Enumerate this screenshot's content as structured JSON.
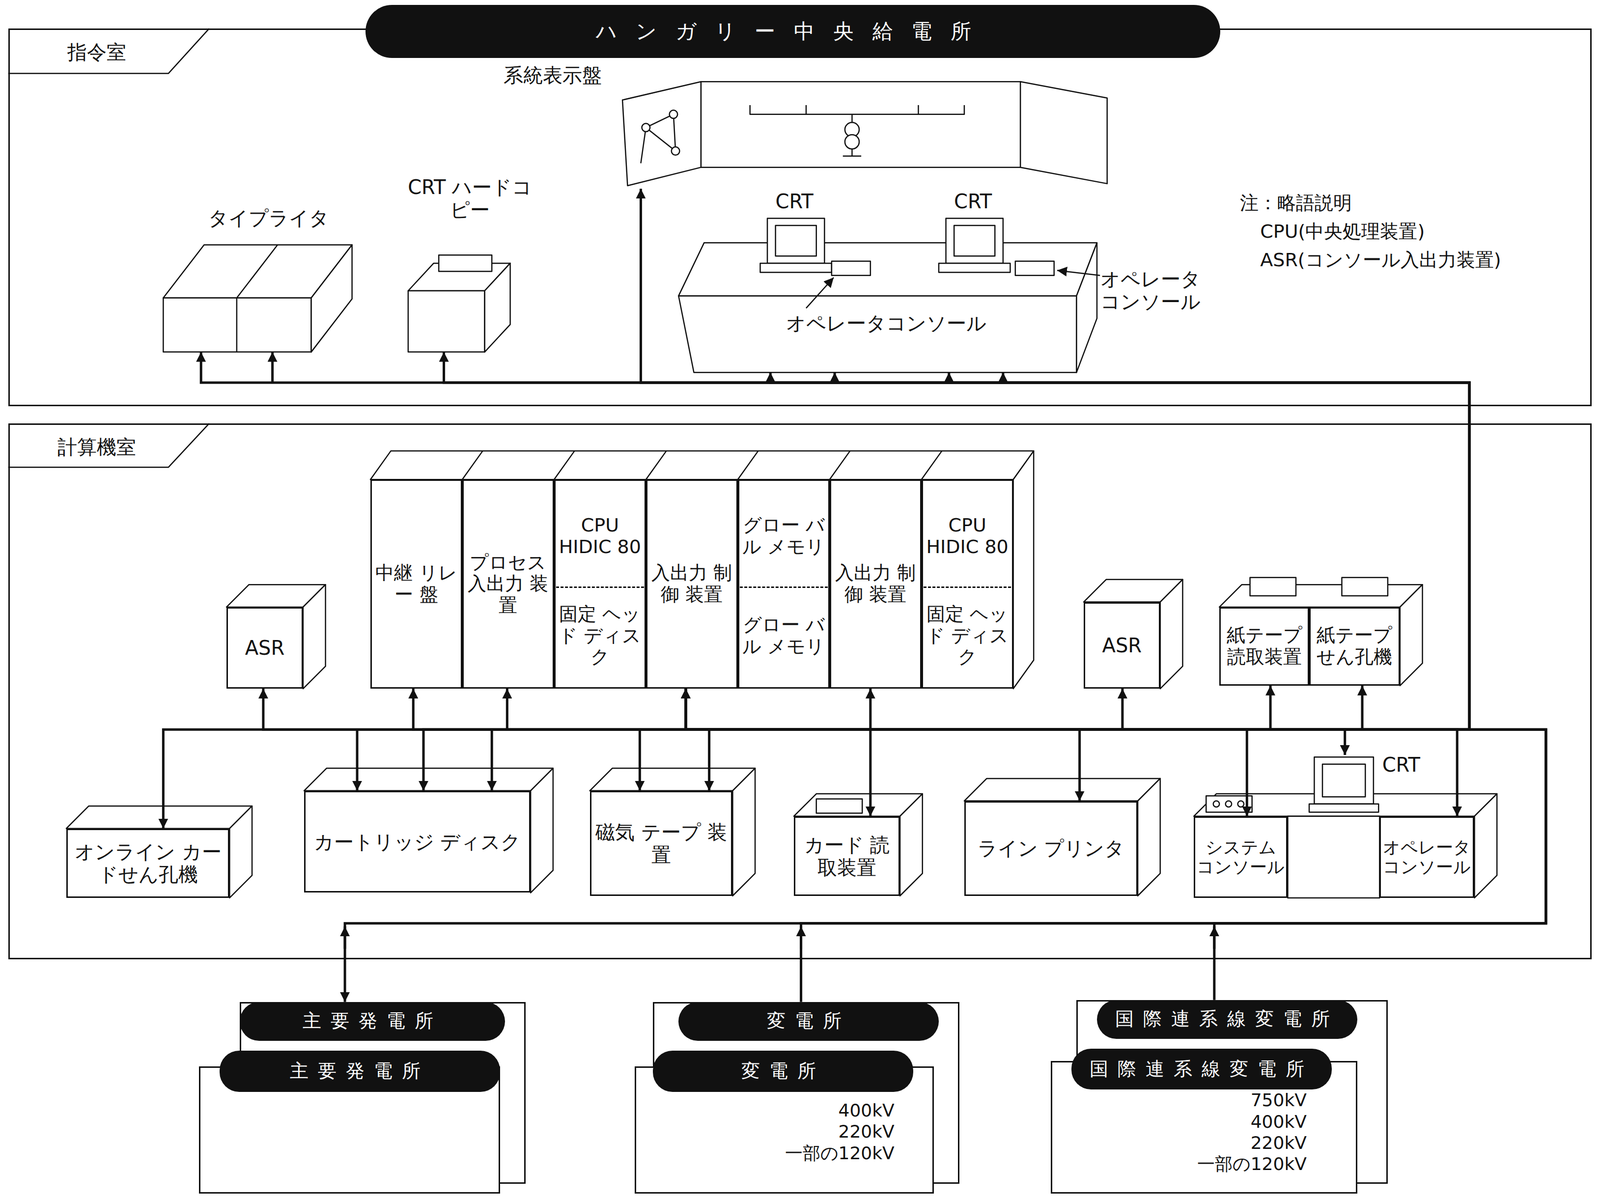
{
  "diagram": {
    "nodes": [
      {
        "text": [
          "ハンガリー中央給電所"
        ]
      },
      {
        "text": [
          "指令室"
        ]
      },
      {
        "text": [
          "系統表示盤"
        ],
        "in": 1
      },
      {
        "text": [
          "タイプライタ"
        ],
        "in": 1
      },
      {
        "text": [
          "CRT ハードコピー"
        ],
        "in": 1
      },
      {
        "text": [
          "オペレータコンソール",
          "オペレータ コンソール"
        ],
        "in": 1
      },
      {
        "text": [
          "CRT"
        ],
        "in": 5
      },
      {
        "text": [
          "CRT"
        ],
        "in": 5
      },
      {
        "text": [
          "計算機室"
        ]
      },
      {
        "text": [
          "中継 リレー 盤"
        ],
        "in": 8
      },
      {
        "text": [
          "プロセス 入出力 装置"
        ],
        "in": 8
      },
      {
        "text": [
          "CPU HIDIC 80",
          "固定 ヘッド ディスク"
        ],
        "in": 8
      },
      {
        "text": [
          "入出力 制御 装置"
        ],
        "in": 8
      },
      {
        "text": [
          "グロー バル メモリ",
          "グロー バル メモリ"
        ],
        "in": 8
      },
      {
        "text": [
          "入出力 制御 装置"
        ],
        "in": 8
      },
      {
        "text": [
          "CPU HIDIC 80",
          "固定 ヘッド ディスク"
        ],
        "in": 8
      },
      {
        "text": [
          "ASR"
        ],
        "in": 8
      },
      {
        "text": [
          "ASR"
        ],
        "in": 8
      },
      {
        "text": [
          "紙テープ 読取装置"
        ],
        "in": 8
      },
      {
        "text": [
          "紙テープ せん孔機"
        ],
        "in": 8
      },
      {
        "text": [
          "オンライン カードせん孔機"
        ],
        "in": 8
      },
      {
        "text": [
          "カートリッジ ディスク"
        ],
        "in": 8
      },
      {
        "text": [
          "磁気 テープ 装置"
        ],
        "in": 8
      },
      {
        "text": [
          "カード 読取装置"
        ],
        "in": 8
      },
      {
        "text": [
          "ライン プリンタ"
        ],
        "in": 8
      },
      {
        "text": [
          "システム コンソール"
        ],
        "in": 8
      },
      {
        "text": [
          "CRT"
        ],
        "in": 8
      },
      {
        "text": [
          "オペレータ コンソール"
        ],
        "in": 8
      },
      {
        "text": [
          "主要発電所"
        ]
      },
      {
        "text": [
          "主要発電所"
        ]
      },
      {
        "text": [
          "変電所"
        ]
      },
      {
        "text": [
          "変電所",
          "400kV 220kV 一部の120kV"
        ]
      },
      {
        "text": [
          "国際連系線変電所"
        ]
      },
      {
        "text": [
          "国際連系線変電所",
          "750kV 400kV 220kV 一部の120kV"
        ]
      }
    ],
    "edges": [
      {
        "from": 12,
        "to": 2,
        "arrow": "to"
      },
      {
        "from": 12,
        "to": 3,
        "arrow": "to"
      },
      {
        "from": 12,
        "to": 4,
        "arrow": "to"
      },
      {
        "from": 12,
        "to": 5,
        "arrow": "to"
      },
      {
        "from": 12,
        "to": 16,
        "arrow": "to"
      },
      {
        "from": 12,
        "to": 20,
        "arrow": "to"
      },
      {
        "from": 12,
        "to": 21,
        "arrow": "to"
      },
      {
        "from": 12,
        "to": 9,
        "arrow": "to"
      },
      {
        "from": 12,
        "to": 10,
        "arrow": "to"
      },
      {
        "from": 12,
        "to": 22,
        "arrow": "to"
      },
      {
        "from": 14,
        "to": 23,
        "arrow": "both"
      },
      {
        "from": 12,
        "to": 24,
        "arrow": "to"
      },
      {
        "from": 12,
        "to": 17,
        "arrow": "to"
      },
      {
        "from": 12,
        "to": 18,
        "arrow": "to"
      },
      {
        "from": 12,
        "to": 19,
        "arrow": "to"
      },
      {
        "from": 12,
        "to": 25,
        "arrow": "to"
      },
      {
        "from": 12,
        "to": 26,
        "arrow": "to"
      },
      {
        "from": 12,
        "to": 27,
        "arrow": "to"
      },
      {
        "from": 12,
        "to": 28,
        "arrow": "both"
      },
      {
        "from": 30,
        "to": 12,
        "arrow": "to"
      },
      {
        "from": 32,
        "to": 12,
        "arrow": "to"
      }
    ],
    "labels": [
      "注：略語説明",
      "CPU(中央処理装置)",
      "ASR(コンソール入出力装置)"
    ]
  }
}
